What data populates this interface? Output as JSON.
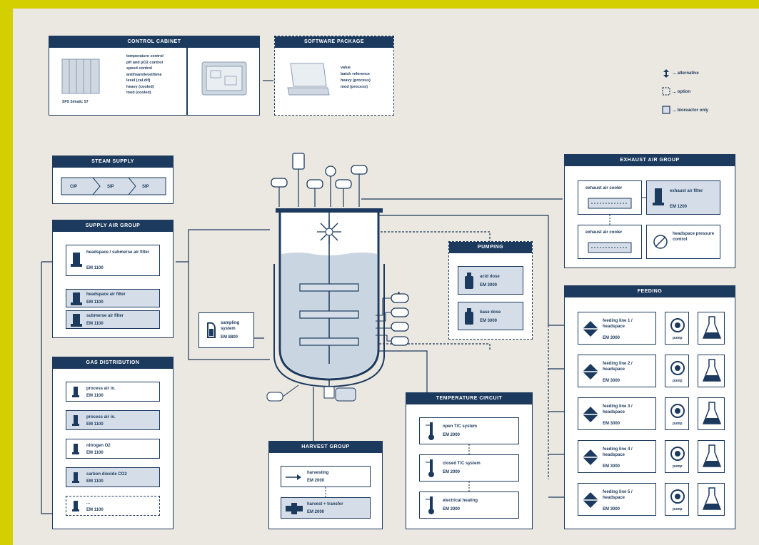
{
  "colors": {
    "navy": "#1c3a5e",
    "frame": "#d4cf00",
    "paper": "#ebe7e1",
    "vessel_liquid": "#c9d5e0",
    "item_fill": "#d5dee8"
  },
  "legend": [
    {
      "icon": "alternative-icon",
      "label": "... alternative"
    },
    {
      "icon": "option-icon",
      "label": "... option"
    },
    {
      "icon": "bioreactor-only-icon",
      "label": "... bioreactor only"
    }
  ],
  "control_cabinet": {
    "title": "CONTROL CABINET",
    "device_label": "SPS Simatic S7",
    "controls": [
      "temperature control",
      "pH and pO2 control",
      "speed control",
      "antifoam/level/time",
      "level (cal.dif)",
      "heavy (cooled)",
      "mod (cooled)"
    ]
  },
  "software": {
    "title": "SOFTWARE PACKAGE",
    "items": [
      "value",
      "batch reference",
      "heavy (process)",
      "mod (process)"
    ]
  },
  "steam_supply": {
    "title": "STEAM SUPPLY",
    "steps": [
      "CIP",
      "SIP",
      "SIP"
    ]
  },
  "supply_air": {
    "title": "SUPPLY AIR GROUP",
    "items": [
      {
        "label": "headspace / submerse air filter",
        "code": "EM 1100"
      },
      {
        "label": "headspace air filter",
        "code": "EM 1100"
      },
      {
        "label": "submerse air filter",
        "code": "EM 1100"
      }
    ]
  },
  "gas_distribution": {
    "title": "GAS DISTRIBUTION",
    "items": [
      {
        "label": "process air in.",
        "code": "EM 1100"
      },
      {
        "label": "process air in.",
        "code": "EM 1100"
      },
      {
        "label": "nitrogen O2",
        "code": "EM 1100"
      },
      {
        "label": "carbon dioxide CO2",
        "code": "EM 1100"
      },
      {
        "label": "...",
        "code": "EM 1100"
      }
    ]
  },
  "sampling": {
    "label": "sampling system",
    "code": "EM 8800"
  },
  "exhaust_air": {
    "title": "EXHAUST AIR GROUP",
    "items": [
      {
        "label": "exhaust air cooler",
        "code": ""
      },
      {
        "label": "exhaust air filter",
        "code": "EM 1200"
      },
      {
        "label": "exhaust air cooler",
        "code": ""
      },
      {
        "label": "headspace pressure control",
        "code": ""
      }
    ]
  },
  "pumping": {
    "title": "PUMPING",
    "items": [
      {
        "label": "acid dose",
        "code": "EM 3000"
      },
      {
        "label": "base dose",
        "code": "EM 3000"
      }
    ]
  },
  "feeding": {
    "title": "FEEDING",
    "items": [
      {
        "label": "feeding line 1 / headspace",
        "code": "EM 3000"
      },
      {
        "label": "feeding line 2 / headspace",
        "code": "EM 3000"
      },
      {
        "label": "feeding line 3 / headspace",
        "code": "EM 3000"
      },
      {
        "label": "feeding line 4 / headspace",
        "code": "EM 3000"
      },
      {
        "label": "feeding line 5 / headspace",
        "code": "EM 3000"
      }
    ],
    "pump_label": "pump"
  },
  "temperature": {
    "title": "TEMPERATURE CIRCUIT",
    "items": [
      {
        "label": "open T/C system",
        "code": "EM 2000"
      },
      {
        "label": "closed T/C system",
        "code": "EM 2000"
      },
      {
        "label": "electrical heating",
        "code": "EM 2000"
      }
    ]
  },
  "harvest": {
    "title": "HARVEST GROUP",
    "items": [
      {
        "label": "harvesting",
        "code": "EM 2000"
      },
      {
        "label": "harvest + transfer",
        "code": "EM 2000"
      }
    ]
  }
}
